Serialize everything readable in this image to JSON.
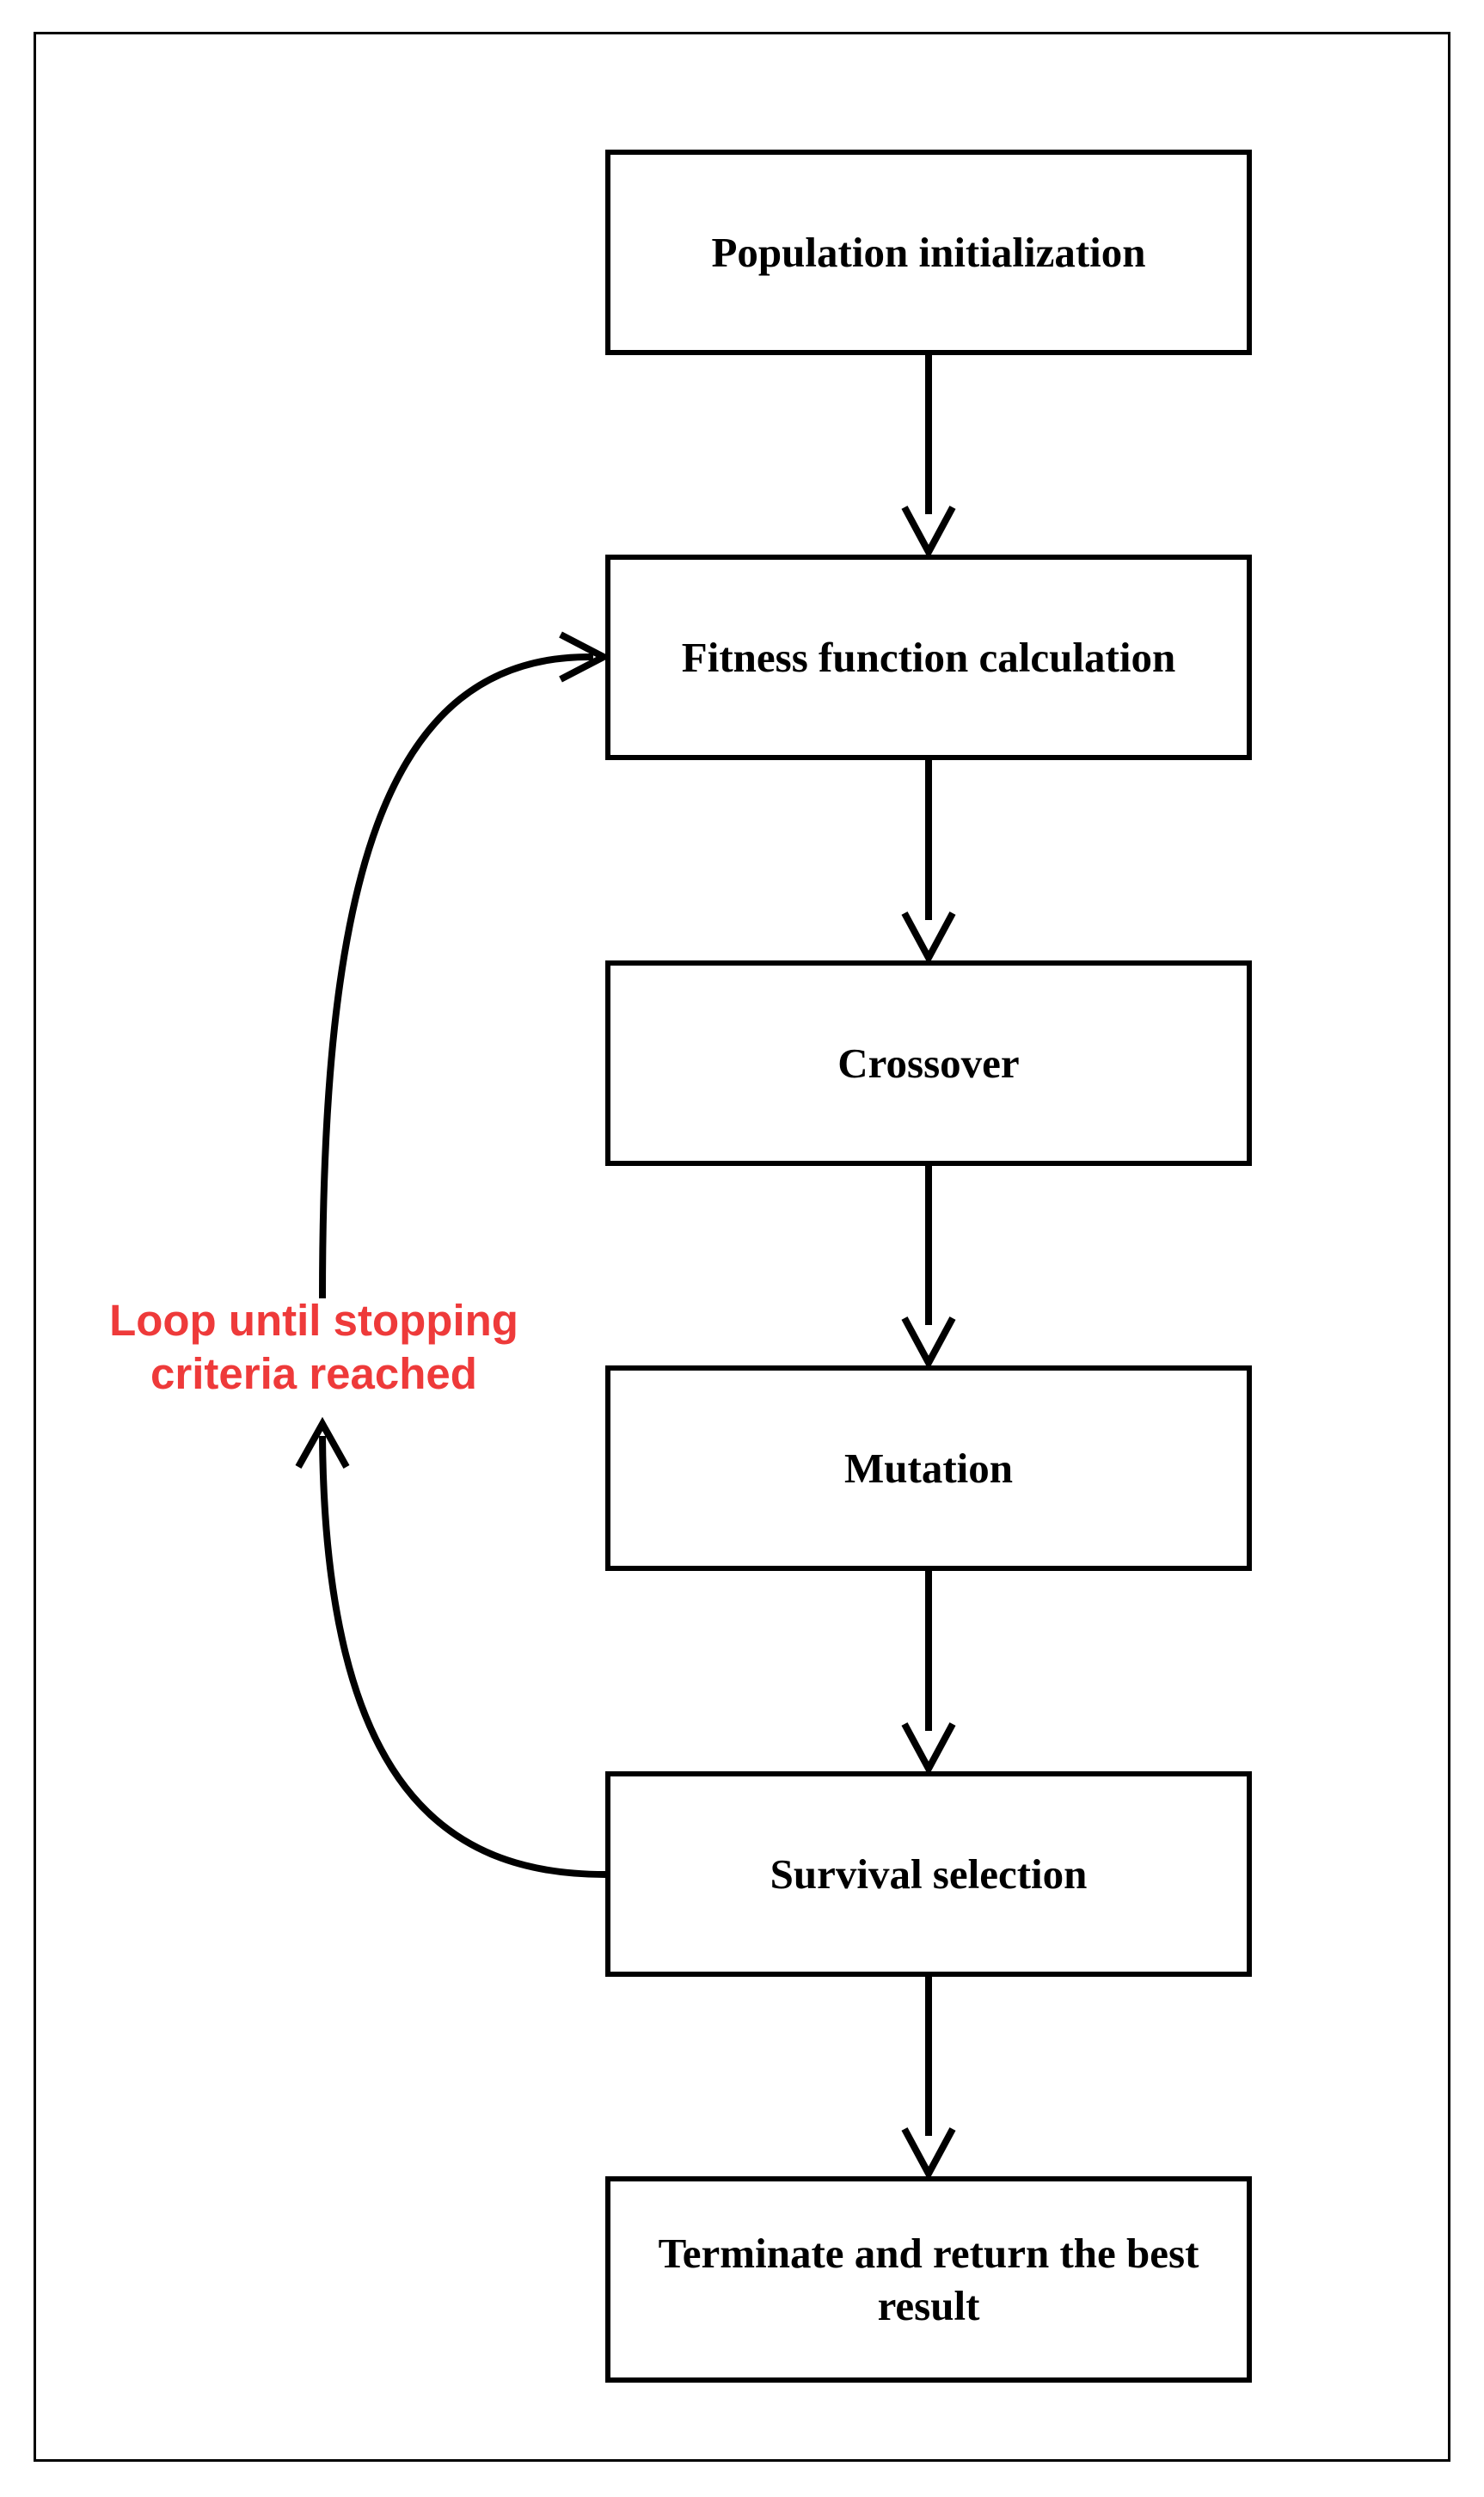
{
  "diagram": {
    "steps": [
      {
        "label": "Population initialization"
      },
      {
        "label": "Fitness function calculation"
      },
      {
        "label": "Crossover"
      },
      {
        "label": "Mutation"
      },
      {
        "label": "Survival selection"
      },
      {
        "label": "Terminate and return the best result"
      }
    ],
    "loop_label": {
      "line1": "Loop until stopping",
      "line2": "criteria reached",
      "color": "#ee3a3a"
    },
    "line_color": "#000000"
  }
}
